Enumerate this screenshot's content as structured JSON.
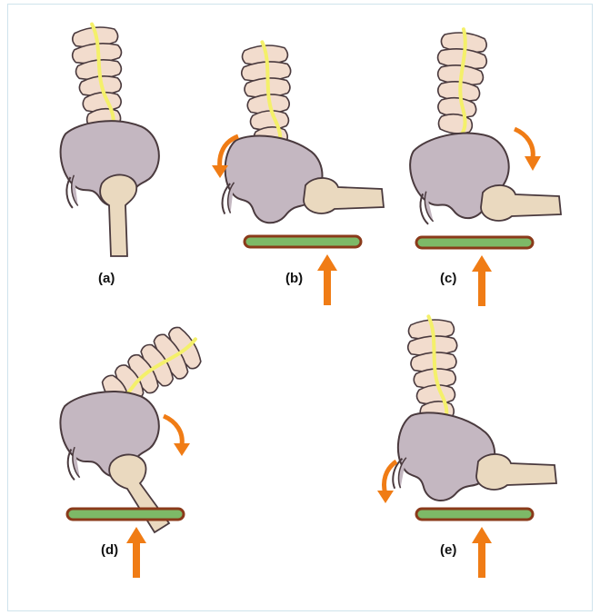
{
  "panels": [
    {
      "id": "a",
      "label": "(a)"
    },
    {
      "id": "b",
      "label": "(b)"
    },
    {
      "id": "c",
      "label": "(c)"
    },
    {
      "id": "d",
      "label": "(d)"
    },
    {
      "id": "e",
      "label": "(e)"
    }
  ],
  "colors": {
    "vertebra_fill": "#f2dccd",
    "bone_outline": "#4a3a3e",
    "spine_line": "#f4f06a",
    "pelvis_fill": "#c4b7c1",
    "femur_fill": "#ead9bf",
    "plate_fill": "#7db967",
    "plate_outline": "#8a3a1a",
    "arrow_orange": "#f07c15",
    "frame_border": "#cfe3ec"
  }
}
